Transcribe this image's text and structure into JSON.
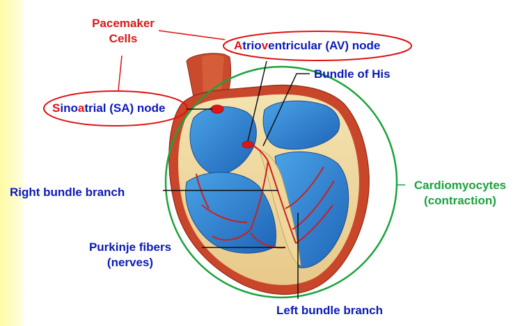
{
  "labels": {
    "pacemaker_line1": "Pacemaker",
    "pacemaker_line2": "Cells",
    "av_node": {
      "prefix": "A",
      "part2": "trio",
      "part3": "v",
      "suffix": "entricular (AV) node"
    },
    "sa_node": {
      "prefix": "S",
      "part2": "ino",
      "part3": "a",
      "suffix": "trial (SA) node"
    },
    "bundle_of_his": "Bundle of His",
    "right_bundle_branch": "Right bundle branch",
    "purkinje_line1": "Purkinje fibers",
    "purkinje_line2": "(nerves)",
    "cardiomyocytes_line1": "Cardiomyocytes",
    "cardiomyocytes_line2": "(contraction)",
    "left_bundle_branch": "Left bundle branch"
  },
  "colors": {
    "label_blue": "#0a1ab8",
    "label_red": "#d41a1a",
    "label_green": "#19a33b",
    "ellipse_red": "#e01010",
    "circle_green": "#19a33b",
    "heart_outer": "#c9462a",
    "heart_wall": "#f2dfa8",
    "chamber_blue": "#2f86d6",
    "vessel_red": "#cc1f1f"
  }
}
